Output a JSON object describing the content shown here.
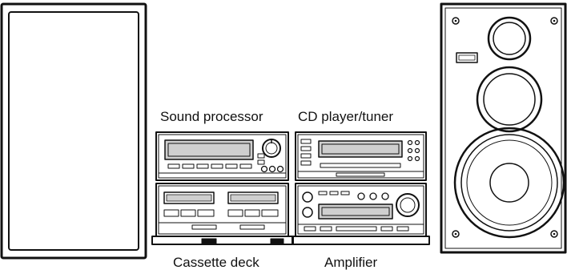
{
  "labels": {
    "sound_processor": "Sound processor",
    "cd_player_tuner": "CD player/tuner",
    "cassette_deck": "Cassette deck",
    "amplifier": "Amplifier"
  },
  "colors": {
    "ink": "#111111",
    "background": "#ffffff",
    "display": "#cfcfcf"
  }
}
